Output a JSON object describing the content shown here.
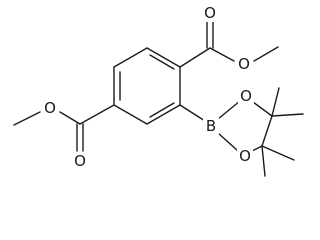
{
  "molecule": {
    "atom_labels": {
      "ester1_carbonyl_o": "O",
      "ester1_ether_o": "O",
      "ester2_carbonyl_o": "O",
      "ester2_ether_o": "O",
      "boron": "B",
      "dioxaborolane_o_upper": "O",
      "dioxaborolane_o_lower": "O"
    }
  }
}
